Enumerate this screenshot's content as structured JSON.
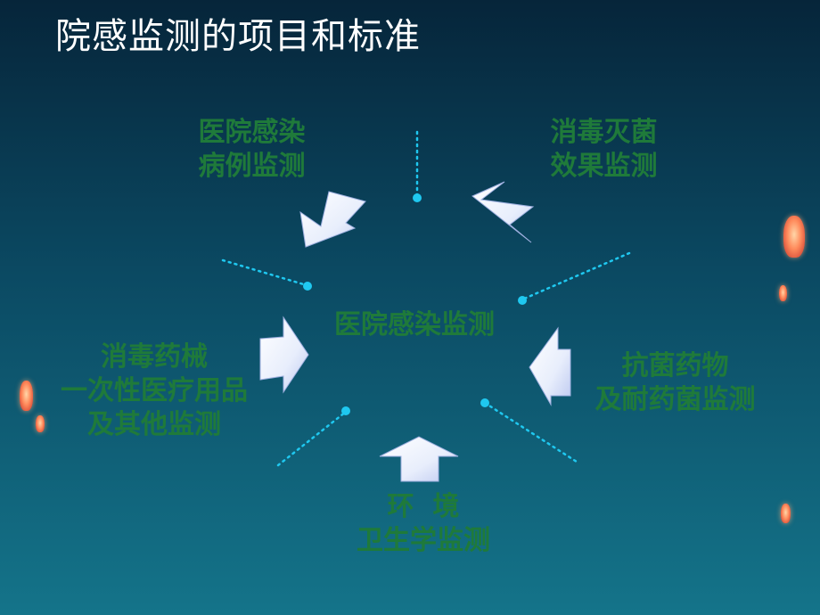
{
  "slide": {
    "title": "院感监测的项目和标准"
  },
  "diagram": {
    "center": "医院感染监测",
    "top_left": [
      "医院感染",
      "病例监测"
    ],
    "top_right": [
      "消毒灭菌",
      "效果监测"
    ],
    "left": [
      "消毒药械",
      "一次性医疗用品",
      "及其他监测"
    ],
    "right": [
      "抗菌药物",
      "及耐药菌监测"
    ],
    "bottom": [
      "环  境",
      "卫生学监测"
    ]
  },
  "colors": {
    "label_green": "#1f7a3a",
    "dot_cyan": "#1fc8f0",
    "title_white": "#ffffff"
  }
}
